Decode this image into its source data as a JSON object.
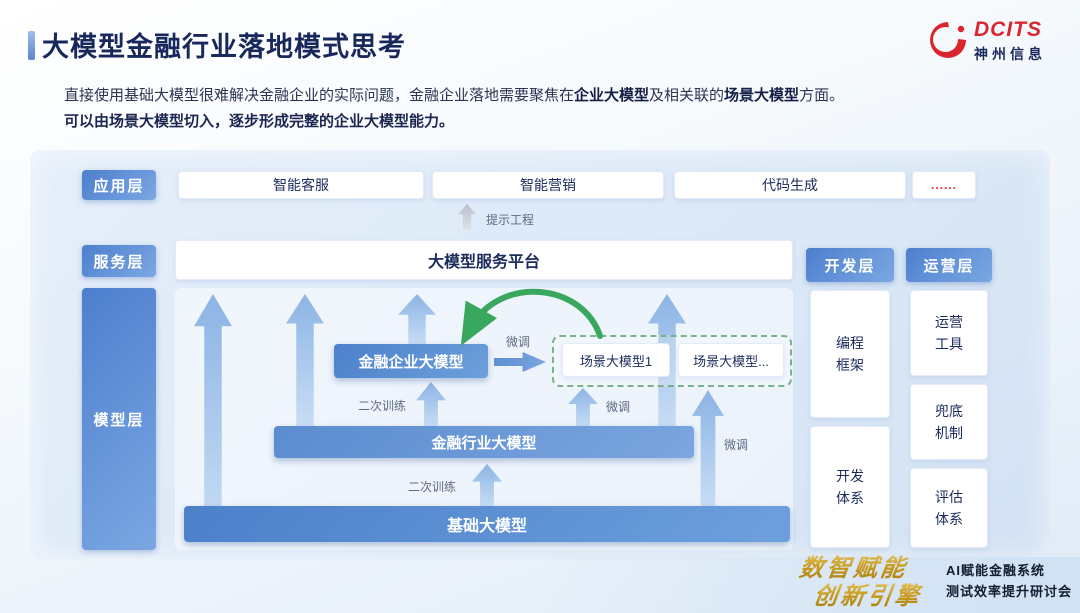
{
  "header": {
    "title": "大模型金融行业落地模式思考",
    "logo": {
      "brand": "DCITS",
      "company": "神州信息"
    }
  },
  "intro": {
    "l1a": "直接使用基础大模型很难解决金融企业的实际问题，金融企业落地需要聚焦在",
    "l1b": "企业大模型",
    "l1c": "及相关联的",
    "l1d": "场景大模型",
    "l1e": "方面。",
    "l2": "可以由场景大模型切入，逐步形成完整的企业大模型能力。"
  },
  "layers": {
    "application": "应用层",
    "service": "服务层",
    "model": "模型层",
    "development": "开发层",
    "operation": "运营层"
  },
  "application": {
    "items": [
      "智能客服",
      "智能营销",
      "代码生成"
    ],
    "more": "......",
    "prompt_label": "提示工程"
  },
  "service": {
    "platform": "大模型服务平台"
  },
  "model": {
    "enterprise": "金融企业大模型",
    "scene1": "场景大模型1",
    "scene2": "场景大模型...",
    "industry": "金融行业大模型",
    "base": "基础大模型",
    "finetune": "微调",
    "retrain": "二次训练"
  },
  "development": {
    "items": [
      "编程框架",
      "开发体系"
    ]
  },
  "operation": {
    "items": [
      "运营工具",
      "兜底机制",
      "评估体系"
    ]
  },
  "footer": {
    "slogan_top": "数智赋能",
    "slogan_bottom": "创新引擎",
    "event_line1": "AI赋能金融系统",
    "event_line2": "测试效率提升研讨会"
  }
}
